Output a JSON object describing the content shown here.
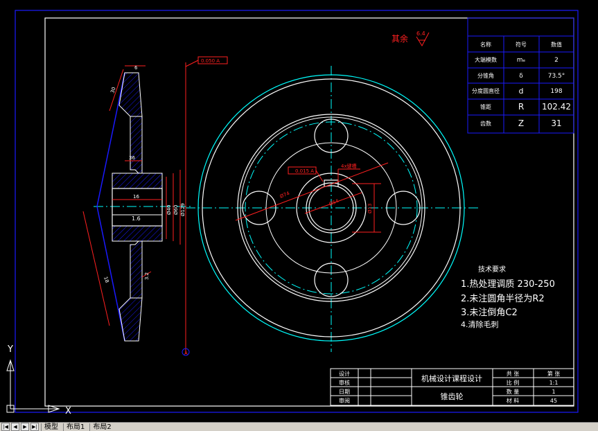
{
  "drawing": {
    "surface_roughness": {
      "label": "其余",
      "value": "6.4"
    },
    "tolerance_runout": "0.050 A",
    "tolerance_symmetry": "0.015 A",
    "datum": "A",
    "dims": {
      "d1": "6",
      "d2": "30",
      "d3": "36",
      "d4": "16",
      "d5": "18",
      "d6": "1.6",
      "d7": "3.2",
      "d8": "Ø40",
      "d9": "Ø60",
      "d10": "Ø129",
      "d11": "Ø74",
      "d12": "Ø54",
      "d13": "Ø13",
      "d14": "4x键槽"
    }
  },
  "param_table": {
    "headers": [
      "名称",
      "符号",
      "数值"
    ],
    "rows": [
      [
        "大端模数",
        "mₑ",
        "2"
      ],
      [
        "分锥角",
        "δ",
        "73.5°"
      ],
      [
        "分度圆直径",
        "d",
        "198"
      ],
      [
        "锥距",
        "R",
        "102.42"
      ],
      [
        "齿数",
        "Z",
        "31"
      ]
    ]
  },
  "tech_requirements": {
    "title": "技术要求",
    "items": [
      "1.热处理调质 230-250",
      "2.未注圆角半径为R2",
      "3.未注倒角C2",
      "4.清除毛刺"
    ]
  },
  "title_block": {
    "left_labels": [
      "设计",
      "审核",
      "日期",
      "审阅"
    ],
    "project": "机械设计课程设计",
    "part_name": "锥齿轮",
    "right_rows": [
      [
        "共 张",
        "第 张"
      ],
      [
        "比 例",
        "1:1"
      ],
      [
        "数 量",
        "1"
      ],
      [
        "材 料",
        "45"
      ]
    ]
  },
  "ucs": {
    "x_label": "X",
    "y_label": "Y"
  },
  "tabs": {
    "nav": [
      "|◀",
      "◀",
      "▶",
      "▶|"
    ],
    "model": "模型",
    "layout1": "布局1",
    "layout2": "布局2"
  },
  "colors": {
    "background": "#000000",
    "border_blue": "#1a1aff",
    "cyan": "#00ffff",
    "red": "#ff2020",
    "white": "#ffffff"
  }
}
